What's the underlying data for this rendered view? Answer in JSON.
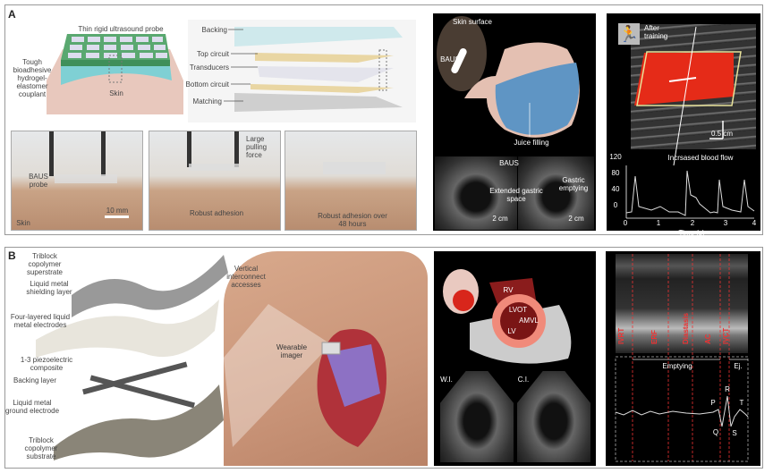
{
  "panel_a": {
    "label": "A",
    "probe": {
      "title": "Thin rigid ultrasound probe",
      "couplant": "Tough bioadhesive hydrogel-elastomer couplant",
      "skin": "Skin"
    },
    "layers": [
      "Backing",
      "Top circuit",
      "Transducers",
      "Bottom circuit",
      "Matching"
    ],
    "photos": [
      {
        "labels": [
          "BAUS probe",
          "Skin"
        ],
        "scale": "10 mm"
      },
      {
        "labels": [
          "Large pulling force",
          "Robust adhesion"
        ]
      },
      {
        "labels": [
          "Robust adhesion over 48 hours"
        ]
      }
    ],
    "stomach": {
      "skin_surface": "Skin surface",
      "baus": "BAUS",
      "juice": "Juice filling",
      "us_baus": "BAUS",
      "extended": "Extended gastric space",
      "emptying": "Gastric emptying",
      "scale1": "2 cm",
      "scale2": "2 cm"
    },
    "flow": {
      "after": "After training",
      "scale": "0.5 cm",
      "caption": "Incrsased blood flow",
      "xlabel": "Time (s)",
      "xticks": [
        "0",
        "1",
        "2",
        "3",
        "4"
      ],
      "yticks": [
        "120",
        "80",
        "40",
        "0"
      ]
    }
  },
  "panel_b": {
    "label": "B",
    "layers": [
      "Triblock copolymer superstrate",
      "Liquid metal shielding layer",
      "Four-layered liquid metal electrodes",
      "1-3 piezoelectric composite",
      "Backing layer",
      "Liquid metal ground electrode",
      "Triblock copolymer substrate"
    ],
    "vertical": "Vertical interconnect accesses",
    "wearable": "Wearable imager",
    "heart": {
      "rv": "RV",
      "lvot": "LVOT",
      "amvl": "AMVL",
      "lv": "LV",
      "wi": "W.I.",
      "ci": "C.I."
    },
    "mmode": {
      "phases": [
        "IVRT",
        "ERF",
        "Diastasis",
        "AC",
        "IVCT"
      ],
      "emptying": "Emptying",
      "ej": "Ej.",
      "ecg": [
        "P",
        "Q",
        "R",
        "S",
        "T"
      ]
    }
  }
}
